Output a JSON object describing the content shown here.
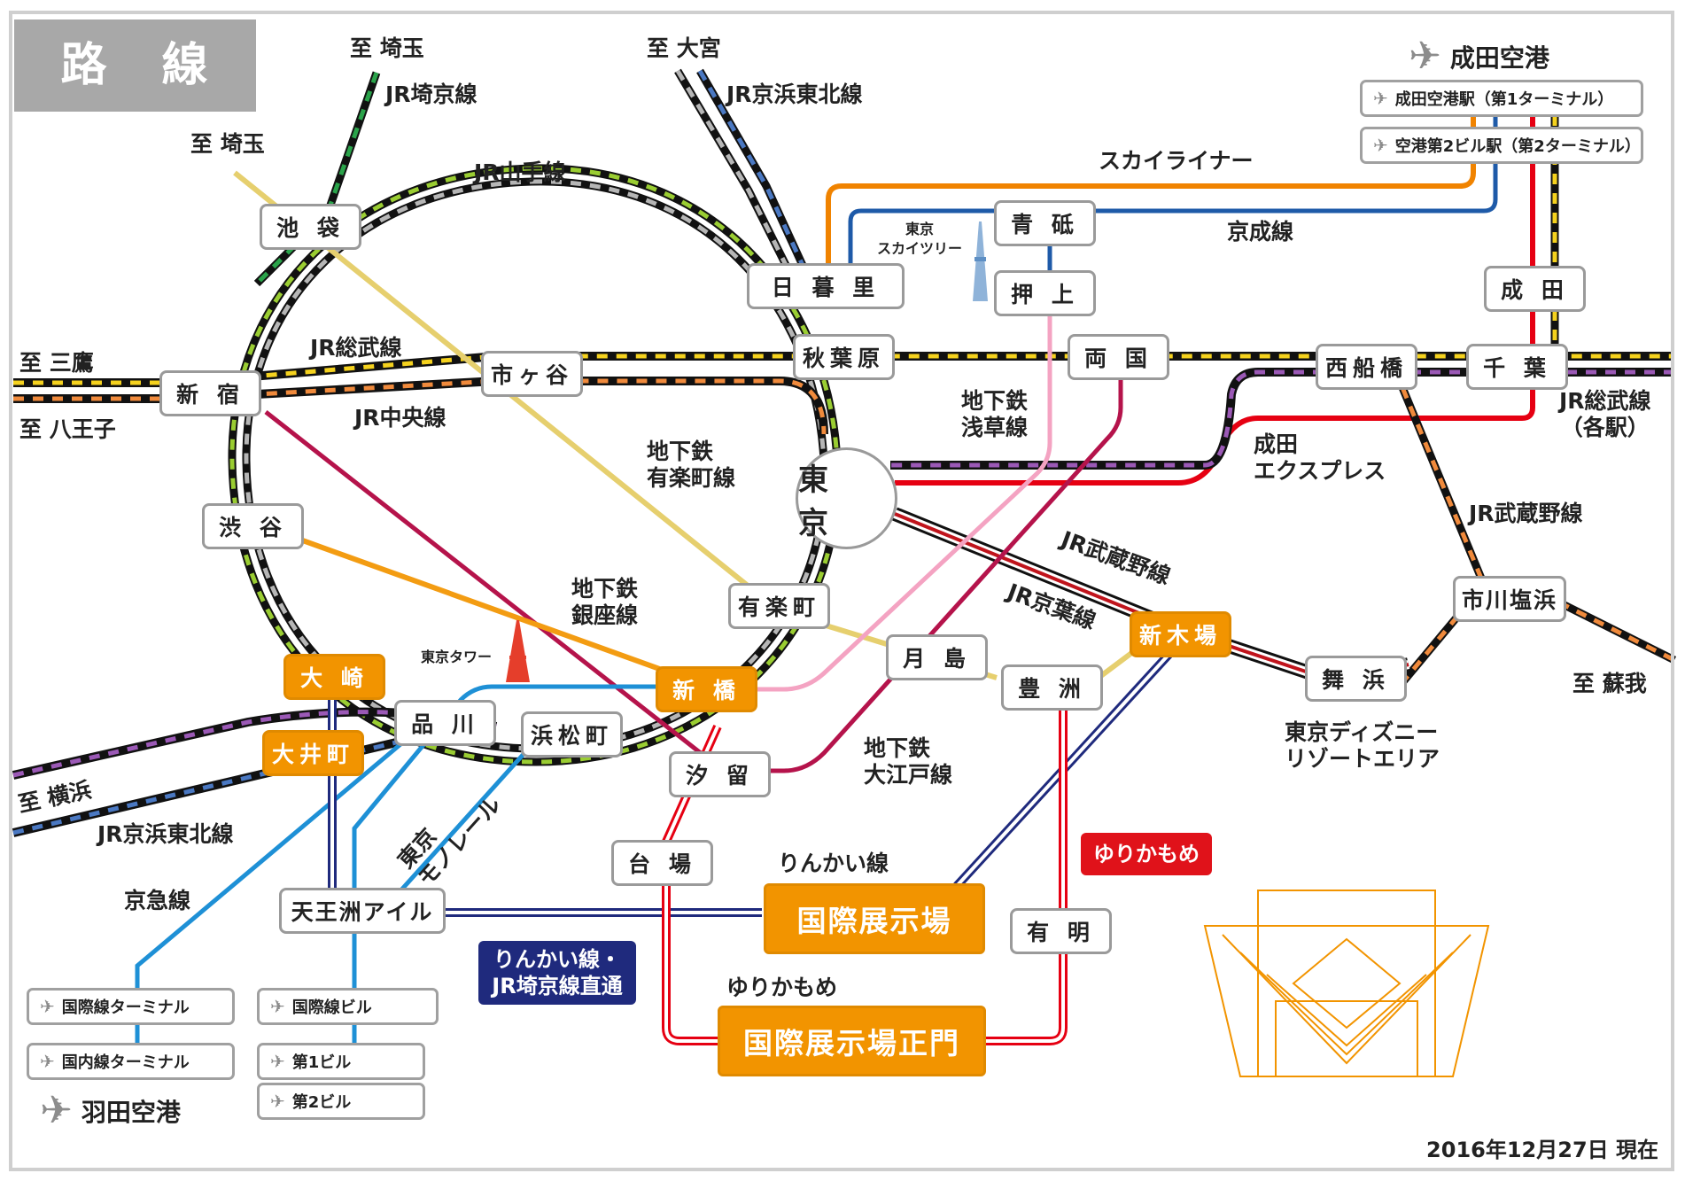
{
  "title": "路 線 図",
  "date": "2016年12月27日 現在",
  "directions": {
    "saitama1": "至 埼玉",
    "saitama2": "至 埼玉",
    "omiya": "至 大宮",
    "mitaka": "至 三鷹",
    "hachioji": "至 八王子",
    "yokohama": "至 横浜",
    "soga": "至 蘇我"
  },
  "lines": {
    "saikyo": "JR埼京線",
    "keihin_n": "JR京浜東北線",
    "yamanote": "JR山手線",
    "sobu": "JR総武線",
    "chuo": "JR中央線",
    "skyliner": "スカイライナー",
    "keisei": "京成線",
    "asakusa": "地下鉄\n浅草線",
    "yurakucho": "地下鉄\n有楽町線",
    "ginza": "地下鉄\n銀座線",
    "narita_ex": "成田\nエクスプレス",
    "sobu_kakueki": "JR総武線\n（各駅）",
    "musashino_e": "JR武蔵野線",
    "musashino": "JR武蔵野線",
    "keiyo": "JR京葉線",
    "oedo": "地下鉄\n大江戸線",
    "monorail": "東京\nモノレール",
    "keihin_s": "JR京浜東北線",
    "keikyu": "京急線",
    "rinkai": "りんかい線",
    "yurikamome": "ゆりかもめ"
  },
  "landmarks": {
    "skytree": "東京\nスカイツリー",
    "tower": "東京タワー",
    "disney": "東京ディズニー\nリゾートエリア"
  },
  "tags": {
    "yurikamome": "ゆりかもめ",
    "rinkai_direct": "りんかい線・\nJR埼京線直通"
  },
  "stations": {
    "ikebukuro": "池 袋",
    "shinjuku": "新 宿",
    "shibuya": "渋 谷",
    "ichigaya": "市ヶ谷",
    "akihabara": "秋葉原",
    "nippori": "日 暮 里",
    "aoto": "青 砥",
    "oshiage": "押 上",
    "ryogoku": "両 国",
    "tokyo": "東 京",
    "yurakucho": "有楽町",
    "shimbashi": "新 橋",
    "shiodome": "汐 留",
    "tsukishima": "月 島",
    "toyosu": "豊 洲",
    "shinkiba": "新木場",
    "osaki": "大 崎",
    "oimachi": "大井町",
    "shinagawa": "品 川",
    "hamamatsucho": "浜松町",
    "daiba": "台 場",
    "tennozu": "天王洲アイル",
    "kokusai": "国際展示場",
    "kokusai_seimon": "国際展示場正門",
    "ariake": "有 明",
    "narita": "成 田",
    "chiba": "千 葉",
    "nishifunabashi": "西船橋",
    "ichikawa": "市川塩浜",
    "maihama": "舞 浜"
  },
  "airports": {
    "narita": {
      "name": "成田空港",
      "terminals": [
        "成田空港駅（第1ターミナル）",
        "空港第2ビル駅（第2ターミナル）"
      ]
    },
    "haneda": {
      "name": "羽田空港",
      "keikyu_terminals": [
        "国際線ターミナル",
        "国内線ターミナル"
      ],
      "monorail_terminals": [
        "国際線ビル",
        "第1ビル",
        "第2ビル"
      ]
    }
  },
  "icons": {
    "airport": "airplane-icon",
    "skytree": "skytree-icon",
    "tower": "tokyo-tower-icon",
    "bigsight": "big-sight-icon"
  },
  "colors": {
    "yamanote": "#9acd32",
    "chuo": "#f08a3c",
    "sobu": "#f5d21e",
    "keihin": "#4a78c2",
    "saikyo": "#2aa34a",
    "musashino": "#f08a3c",
    "keiyo": "#c0141c",
    "narita_ex": "#e60012",
    "skyliner": "#f08300",
    "keisei": "#1e5aa8",
    "asakusa": "#f4a3c2",
    "yurakucho": "#e6cf6e",
    "ginza": "#f39c12",
    "oedo": "#b5134b",
    "monorail": "#1e90d6",
    "keikyu": "#1e90d6",
    "rinkai": "#1f2a7d",
    "yurikamome": "#e60012",
    "station_orange": "#f29400"
  }
}
